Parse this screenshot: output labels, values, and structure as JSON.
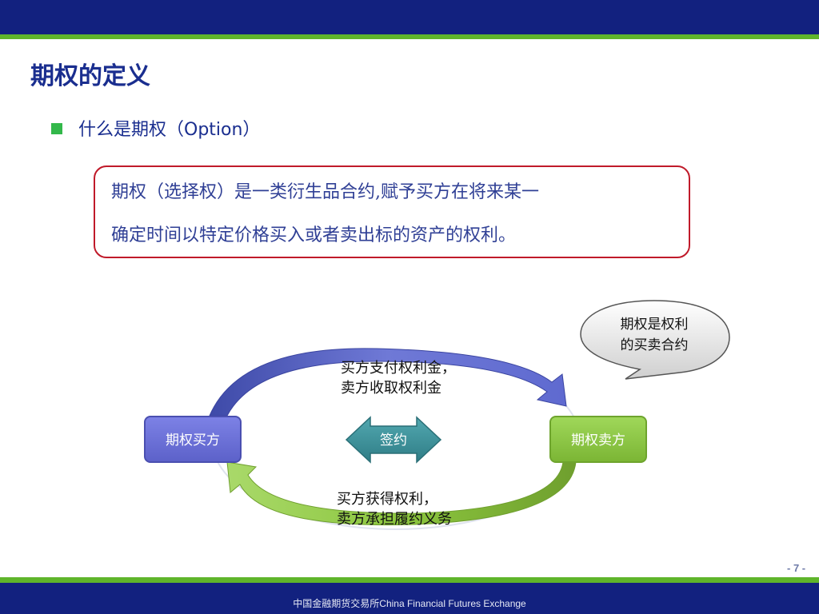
{
  "slide": {
    "title": "期权的定义",
    "bullet": "什么是期权（Option）",
    "definition": {
      "line1": "期权（选择权）是一类衍生品合约,赋予买方在将来某一",
      "line2": "确定时间以特定价格买入或者卖出标的资产的权利。"
    }
  },
  "diagram": {
    "buyer_label": "期权买方",
    "seller_label": "期权卖方",
    "contract_label": "签约",
    "top_note": {
      "line1": "买方支付权利金，",
      "line2": "卖方收取权利金"
    },
    "bottom_note": {
      "line1": "买方获得权利，",
      "line2": "卖方承担履约义务"
    },
    "callout": {
      "line1": "期权是权利",
      "line2": "的买卖合约"
    }
  },
  "footer": {
    "org": "中国金融期货交易所China Financial Futures Exchange",
    "page": "- 7 -"
  },
  "colors": {
    "header_blue": "#12217f",
    "accent_green": "#5fb52b",
    "title_blue": "#1a2e8f",
    "definition_border": "#c01a2a",
    "buyer_box": "#6a6fd8",
    "seller_box": "#8dc63f",
    "contract_arrow": "#3a8a93"
  }
}
